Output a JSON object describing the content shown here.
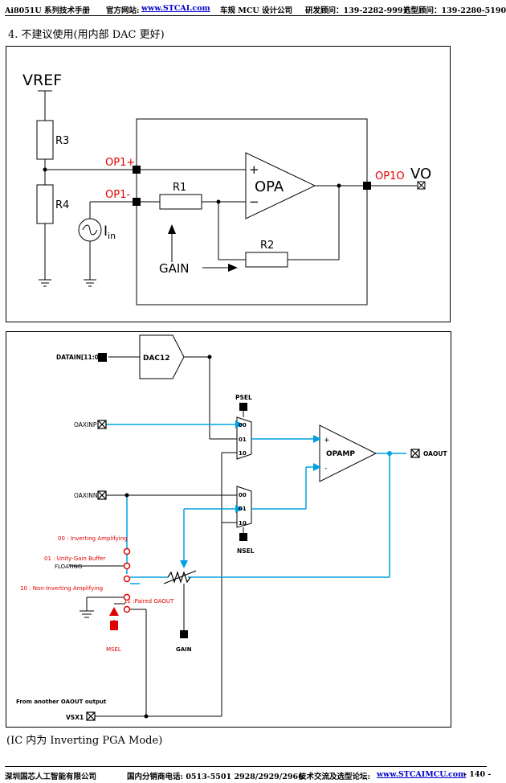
{
  "header": {
    "manual": "Ai8051U 系列技术手册",
    "site_label": "官方网站:",
    "site_link": "www.STCAI.com",
    "company": "车规 MCU 设计公司",
    "rd_consult": "研发顾问：139-2282-9991",
    "selection_consult": "选型顾问：139-2280-5190"
  },
  "section_heading": "4. 不建议使用(用内部 DAC 更好)",
  "diagram1": {
    "vref": "VREF",
    "r3": "R3",
    "r4": "R4",
    "op1_plus": "OP1+",
    "op1_minus": "OP1-",
    "r1": "R1",
    "r2": "R2",
    "opa": "OPA",
    "plus": "+",
    "minus": "−",
    "op1o": "OP1O",
    "vo": "VO",
    "iin": "I",
    "iin_sub": "in",
    "gain": "GAIN"
  },
  "diagram2": {
    "datain": "DATAIN[11:0]",
    "dac": "DAC12",
    "psel": "PSEL",
    "nsel": "NSEL",
    "oaxinp": "OAXINP",
    "oaxinn": "OAXINN",
    "mux_in": [
      "00",
      "01",
      "10"
    ],
    "opamp": "OPAMP",
    "plus": "+",
    "minus": "-",
    "oaout": "OAOUT",
    "mode_00": "00 : Inverting Amplifying",
    "mode_01": "01 : Unity-Gain Buffer",
    "floating": "FLOATING",
    "mode_10": "10 : Non-Inverting Amplifying",
    "mode_11": "11 :Paired OAOUT",
    "msel": "MSEL",
    "gain": "GAIN",
    "from_another": "From another OAOUT output",
    "vsx1": "VSX1"
  },
  "caption": "(IC 内为  Inverting PGA Mode)",
  "footer": {
    "company": "深圳国芯人工智能有限公司",
    "dist_phone": "国内分销商电话: 0513-5501 2928/2929/2966",
    "forum_label": "技术交流及选型论坛:",
    "forum_link": "www.STCAIMCU.com",
    "page": "- 140 -"
  },
  "colors": {
    "signal_blue": "#00a0e0",
    "label_red": "#e00000",
    "link_blue": "#0000cc"
  }
}
